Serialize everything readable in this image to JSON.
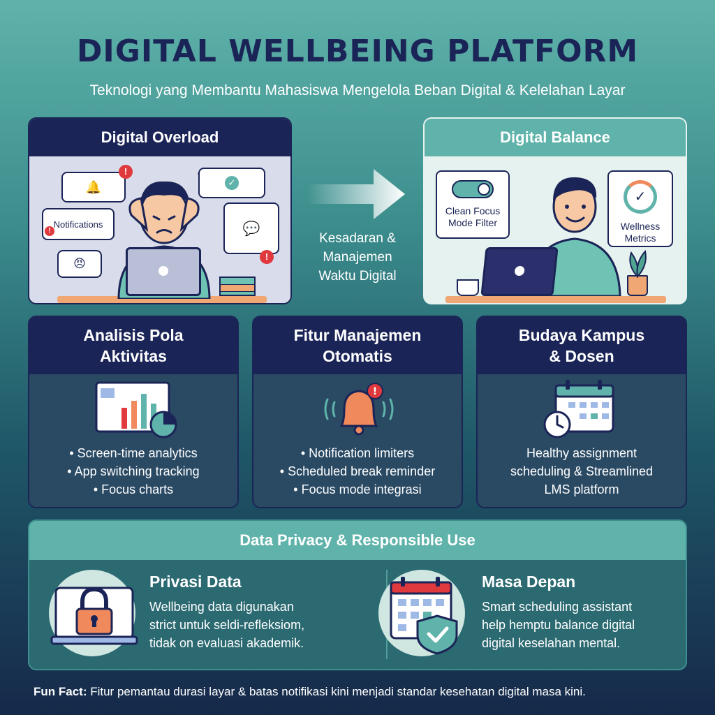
{
  "header": {
    "title": "DIGITAL WELLBEING PLATFORM",
    "subtitle": "Teknologi yang Membantu Mahasiswa Mengelola Beban Digital & Kelelahan Layar"
  },
  "overload": {
    "title": "Digital Overload",
    "notification_label": "Notifications"
  },
  "transition": {
    "line1": "Kesadaran &",
    "line2": "Manajemen",
    "line3": "Waktu Digital"
  },
  "balance": {
    "title": "Digital Balance",
    "focus_line1": "Clean Focus",
    "focus_line2": "Mode Filter",
    "metrics_line1": "Wellness",
    "metrics_line2": "Metrics"
  },
  "cards": [
    {
      "title_line1": "Analisis Pola",
      "title_line2": "Aktivitas",
      "items": [
        "• Screen-time analytics",
        "• App switching tracking",
        "• Focus charts"
      ]
    },
    {
      "title_line1": "Fitur Manajemen",
      "title_line2": "Otomatis",
      "items": [
        "• Notification limiters",
        "• Scheduled break reminder",
        "• Focus mode integrasi"
      ]
    },
    {
      "title_line1": "Budaya Kampus",
      "title_line2": "& Dosen",
      "items": [
        "Healthy assignment",
        "scheduling & Streamlined",
        "LMS platform"
      ]
    }
  ],
  "privacy": {
    "title": "Data Privacy & Responsible Use",
    "left_title": "Privasi Data",
    "left_lines": [
      "Wellbeing data digunakan",
      "strict untuk seldi-refleksiom,",
      "tidak on evaluasi akademik."
    ],
    "right_title": "Masa Depan",
    "right_lines": [
      "Smart scheduling assistant",
      "help hemptu balance digital",
      "digital keselahan mental."
    ]
  },
  "funfact": {
    "label": "Fun Fact:",
    "text": " Fitur pemantau durasi layar & batas notifikasi kini menjadi standar kesehatan digital masa kini."
  },
  "colors": {
    "navy": "#1b2456",
    "teal": "#5fb3aa",
    "alert_red": "#e0393e",
    "bell_orange": "#f08a5d"
  }
}
